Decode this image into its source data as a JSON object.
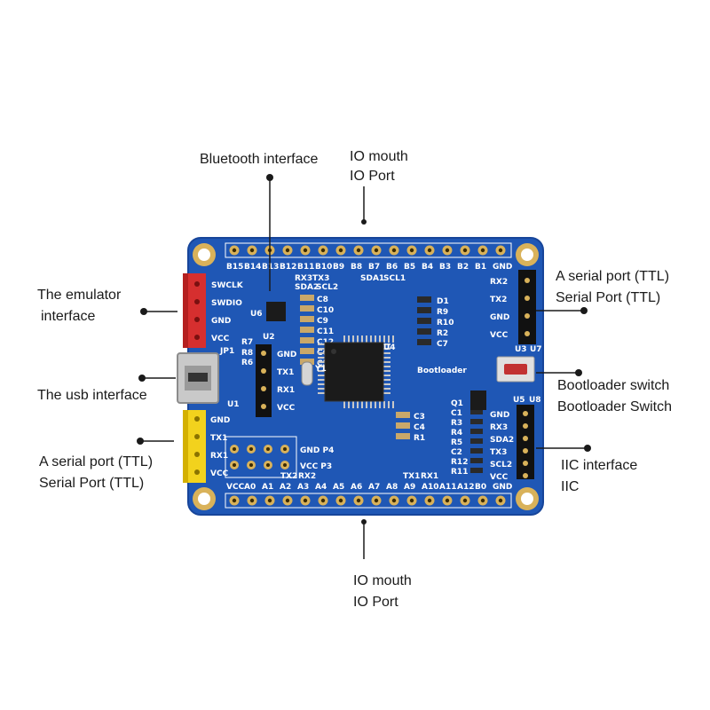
{
  "callouts": {
    "bluetooth": "Bluetooth interface",
    "io_top_1": "IO mouth",
    "io_top_2": "IO Port",
    "emulator_1": "The emulator",
    "emulator_2": "interface",
    "usb": "The usb interface",
    "serial_left_1": "A serial port (TTL)",
    "serial_left_2": "Serial Port (TTL)",
    "serial_right_1": "A serial port (TTL)",
    "serial_right_2": "Serial Port (TTL)",
    "boot_1": "Bootloader switch",
    "boot_2": "Bootloader Switch",
    "iic_1": "IIC interface",
    "iic_2": "IIC",
    "io_bottom_1": "IO mouth",
    "io_bottom_2": "IO Port"
  },
  "board": {
    "top_header_labels": [
      "B15",
      "B14",
      "B13",
      "B12",
      "B11",
      "B10",
      "B9",
      "B8",
      "B7",
      "B6",
      "B5",
      "B4",
      "B3",
      "B2",
      "B1",
      "GND"
    ],
    "bottom_header_labels": [
      "VCC",
      "A0",
      "A1",
      "A2",
      "A3",
      "A4",
      "A5",
      "A6",
      "A7",
      "A8",
      "A9",
      "A10",
      "A11",
      "A12",
      "B0",
      "GND"
    ],
    "top_sub_labels": [
      "RX3",
      "TX3",
      "SDA2",
      "SCL2",
      "SDA1",
      "SCL1"
    ],
    "swd_labels": [
      "SWCLK",
      "SWDIO",
      "GND",
      "VCC"
    ],
    "left_serial_labels": [
      "GND",
      "TX1",
      "RX1",
      "VCC"
    ],
    "bt_labels": [
      "GND",
      "TX1",
      "RX1",
      "VCC"
    ],
    "right_serial_labels": [
      "RX2",
      "TX2",
      "GND",
      "VCC"
    ],
    "iic_labels": [
      "GND",
      "RX3",
      "SDA2",
      "TX3",
      "SCL2",
      "VCC"
    ],
    "p_header_labels": [
      "GND P4",
      "VCC P3"
    ],
    "bottom_sub_labels": [
      "TX2",
      "RX2",
      "TX1",
      "RX1"
    ],
    "cap_labels_mid": [
      "C8",
      "C10",
      "C9",
      "C11",
      "C12",
      "C6",
      "C5"
    ],
    "res_labels_right": [
      "D1",
      "R9",
      "R10",
      "R2",
      "C7"
    ],
    "res_labels_lower": [
      "C3",
      "C4",
      "R1"
    ],
    "res_labels_q": [
      "Q1",
      "C1",
      "R3",
      "R4",
      "R5",
      "C2",
      "R12",
      "R11"
    ],
    "ref_labels": [
      "U6",
      "U2",
      "U4",
      "U1",
      "U3",
      "U7",
      "U5",
      "U8",
      "JP1",
      "R7",
      "R8",
      "R6",
      "Y1"
    ],
    "bootloader_label": "Bootloader",
    "colors": {
      "pcb": "#1f57b5",
      "pcb_edge": "#17459a",
      "pad": "#d9b25a",
      "header": "#111111",
      "red_header": "#d62f2f",
      "yellow_header": "#f2d21d",
      "chip": "#1b1b1b"
    }
  }
}
